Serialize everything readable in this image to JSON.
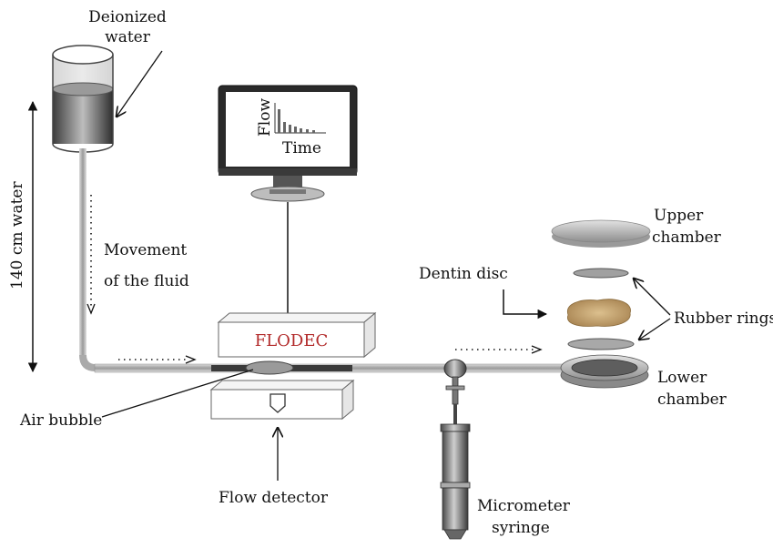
{
  "labels": {
    "deionized_water_line1": "Deionized",
    "deionized_water_line2": "water",
    "height": "140 cm water",
    "movement_line1": "Movement",
    "movement_line2": "of the fluid",
    "monitor_y_axis": "Flow",
    "monitor_x_axis": "Time",
    "flodec": "FLODEC",
    "air_bubble": "Air bubble",
    "flow_detector": "Flow detector",
    "micrometer_line1": "Micrometer",
    "micrometer_line2": "syringe",
    "upper_chamber_line1": "Upper",
    "upper_chamber_line2": "chamber",
    "dentin_disc": "Dentin disc",
    "rubber_rings": "Rubber rings",
    "lower_chamber_line1": "Lower",
    "lower_chamber_line2": "chamber"
  },
  "colors": {
    "flodec_text": "#b22a2a",
    "dentin": "#c9a877",
    "metal": "#8a8a8a"
  }
}
